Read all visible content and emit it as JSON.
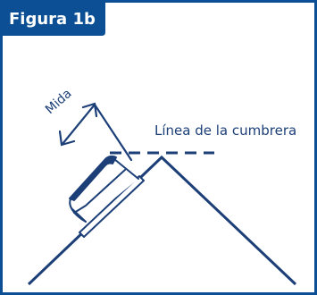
{
  "figure": {
    "title": "Figura 1b",
    "measure_label": "Mida",
    "ridge_label": "Línea de la cumbrera",
    "colors": {
      "frame": "#0d4f95",
      "title_bar": "#0d4f95",
      "title_text": "#ffffff",
      "ink": "#1c3f78",
      "background": "#ffffff"
    }
  }
}
